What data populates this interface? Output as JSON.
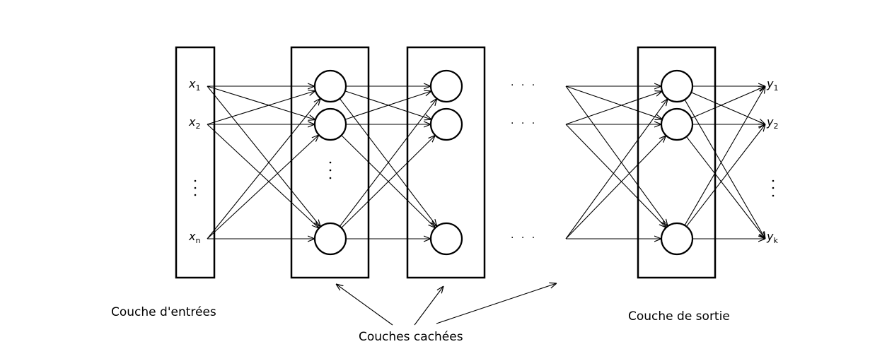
{
  "inputs": [
    {
      "base": "x",
      "sub": "1"
    },
    {
      "base": "x",
      "sub": "2"
    },
    {
      "base": "x",
      "sub": "n"
    }
  ],
  "outputs": [
    {
      "base": "y",
      "sub": "1"
    },
    {
      "base": "y",
      "sub": "2"
    },
    {
      "base": "y",
      "sub": "k"
    }
  ],
  "labels": {
    "input_layer": "Couche d'entrées",
    "hidden_layers": "Couches cachées",
    "output_layer": "Couche de sortie"
  },
  "ellipsis": {
    "horizontal": "· · ·",
    "vertical": "⋮"
  }
}
